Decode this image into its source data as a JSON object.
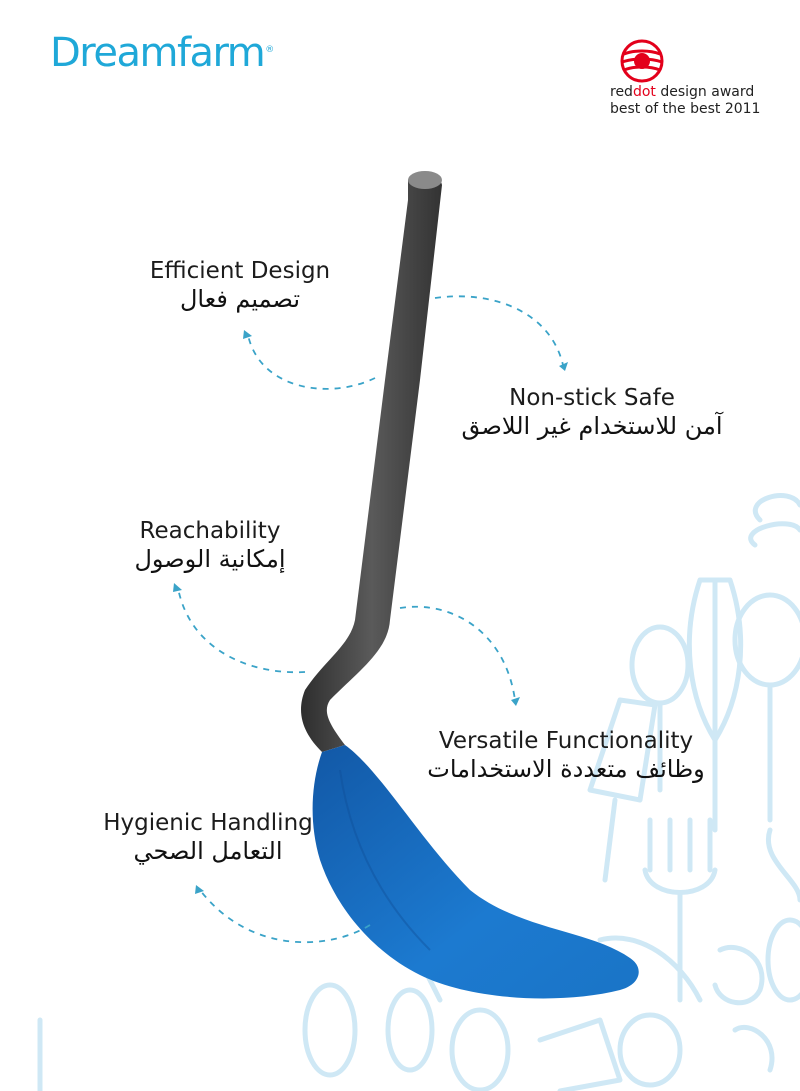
{
  "brand": {
    "name": "Dreamfarm",
    "registered_mark": "®",
    "color": "#1fa8d8"
  },
  "award": {
    "brand_prefix": "red",
    "brand_highlight": "dot",
    "label": " design award",
    "subline": "best of the best 2011",
    "color": "#e3001b"
  },
  "features": [
    {
      "en": "Efficient Design",
      "ar": "تصميم فعال"
    },
    {
      "en": "Non-stick Safe",
      "ar": "آمن للاستخدام غير اللاصق"
    },
    {
      "en": "Reachability",
      "ar": "إمكانية الوصول"
    },
    {
      "en": "Versatile Functionality",
      "ar": "وظائف متعددة الاستخدامات"
    },
    {
      "en": "Hygienic Handling",
      "ar": "التعامل الصحي"
    }
  ],
  "colors": {
    "handle": "#4a4a4a",
    "head": "#1a74c6",
    "arrow": "#3aa3c8",
    "background_art": "#cfe8f5"
  }
}
